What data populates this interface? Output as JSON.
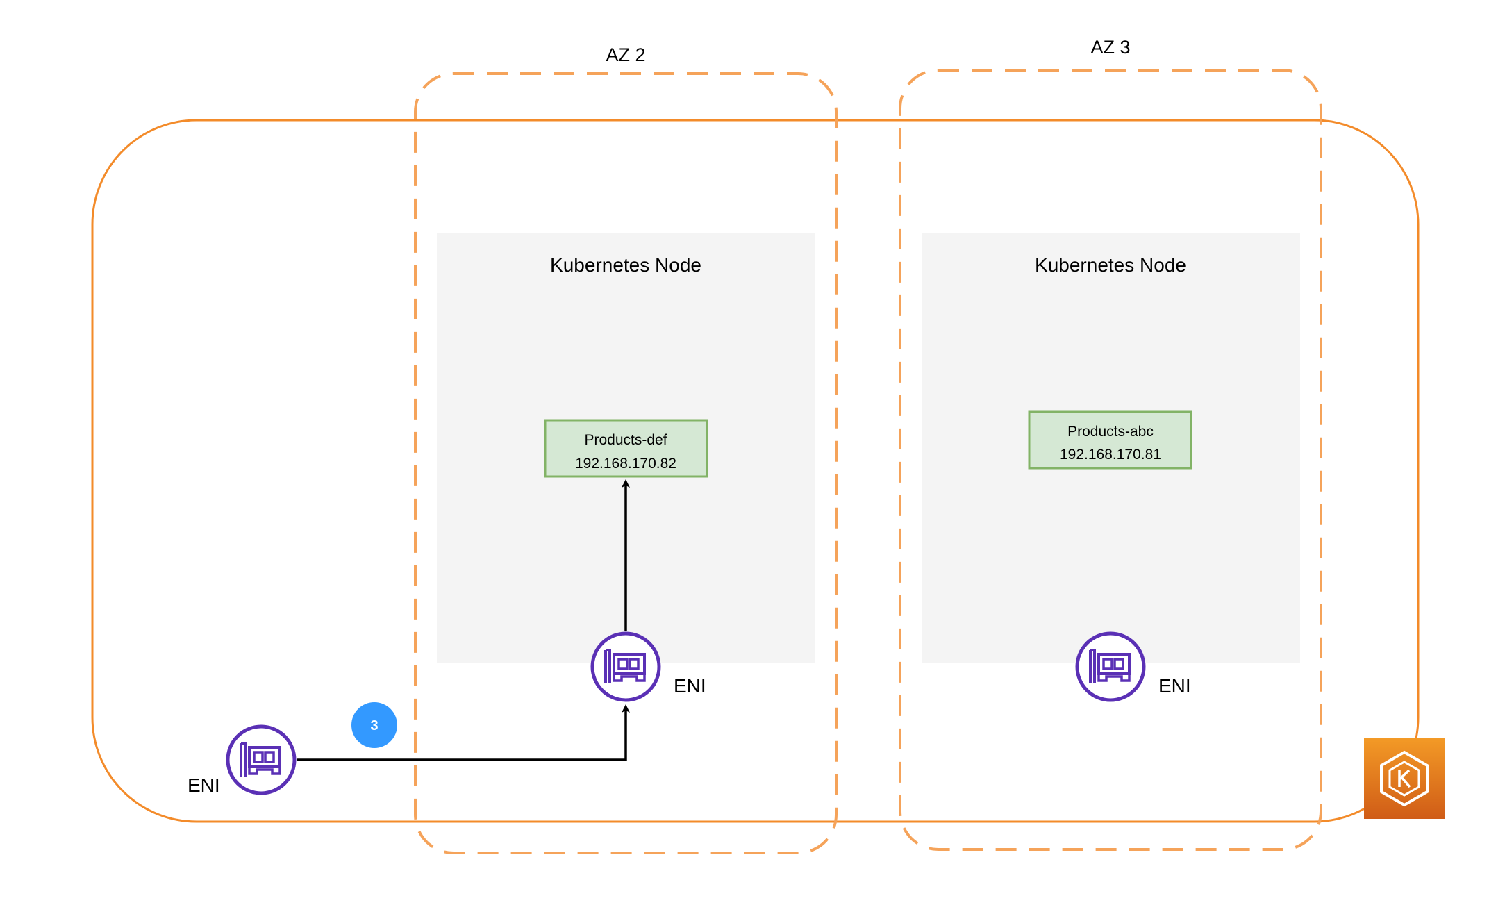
{
  "colors": {
    "cluster_border": "#f38b2a",
    "az_border": "#f5a35a",
    "node_fill": "#f4f4f4",
    "pod_fill": "#d5e8d4",
    "pod_border": "#82b366",
    "eni_purple": "#5a30b5",
    "step_badge": "#3399ff",
    "eks_orange": "#e8721c",
    "arrow": "#000000"
  },
  "availability_zones": [
    {
      "label": "AZ 2"
    },
    {
      "label": "AZ 3"
    }
  ],
  "nodes": [
    {
      "label": "Kubernetes Node",
      "pod": {
        "name": "Products-def",
        "ip": "192.168.170.82"
      },
      "eni_label": "ENI"
    },
    {
      "label": "Kubernetes Node",
      "pod": {
        "name": "Products-abc",
        "ip": "192.168.170.81"
      },
      "eni_label": "ENI"
    }
  ],
  "source_eni": {
    "label": "ENI"
  },
  "step_badge": {
    "number": "3"
  },
  "icons": {
    "eni": "network-interface-icon",
    "eks": "eks-icon"
  }
}
